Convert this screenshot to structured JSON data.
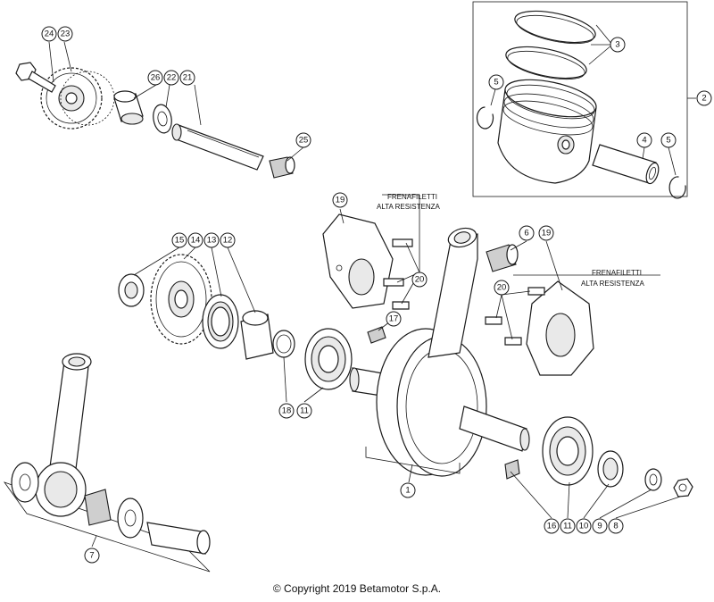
{
  "diagram": {
    "callouts": [
      "1",
      "2",
      "3",
      "4",
      "5",
      "5",
      "6",
      "7",
      "8",
      "9",
      "10",
      "11",
      "11",
      "12",
      "13",
      "14",
      "15",
      "16",
      "17",
      "18",
      "19",
      "19",
      "20",
      "20",
      "21",
      "22",
      "23",
      "24",
      "25",
      "26"
    ],
    "notes": {
      "thread_lock_1": [
        "FRENAFILETTI",
        "ALTA RESISTENZA"
      ],
      "thread_lock_2": [
        "FRENAFILETTI",
        "ALTA RESISTENZA"
      ]
    }
  },
  "footer": {
    "copyright": "© Copyright 2019 Betamotor S.p.A."
  },
  "colors": {
    "line": "#1a1a1a",
    "background": "#ffffff"
  }
}
